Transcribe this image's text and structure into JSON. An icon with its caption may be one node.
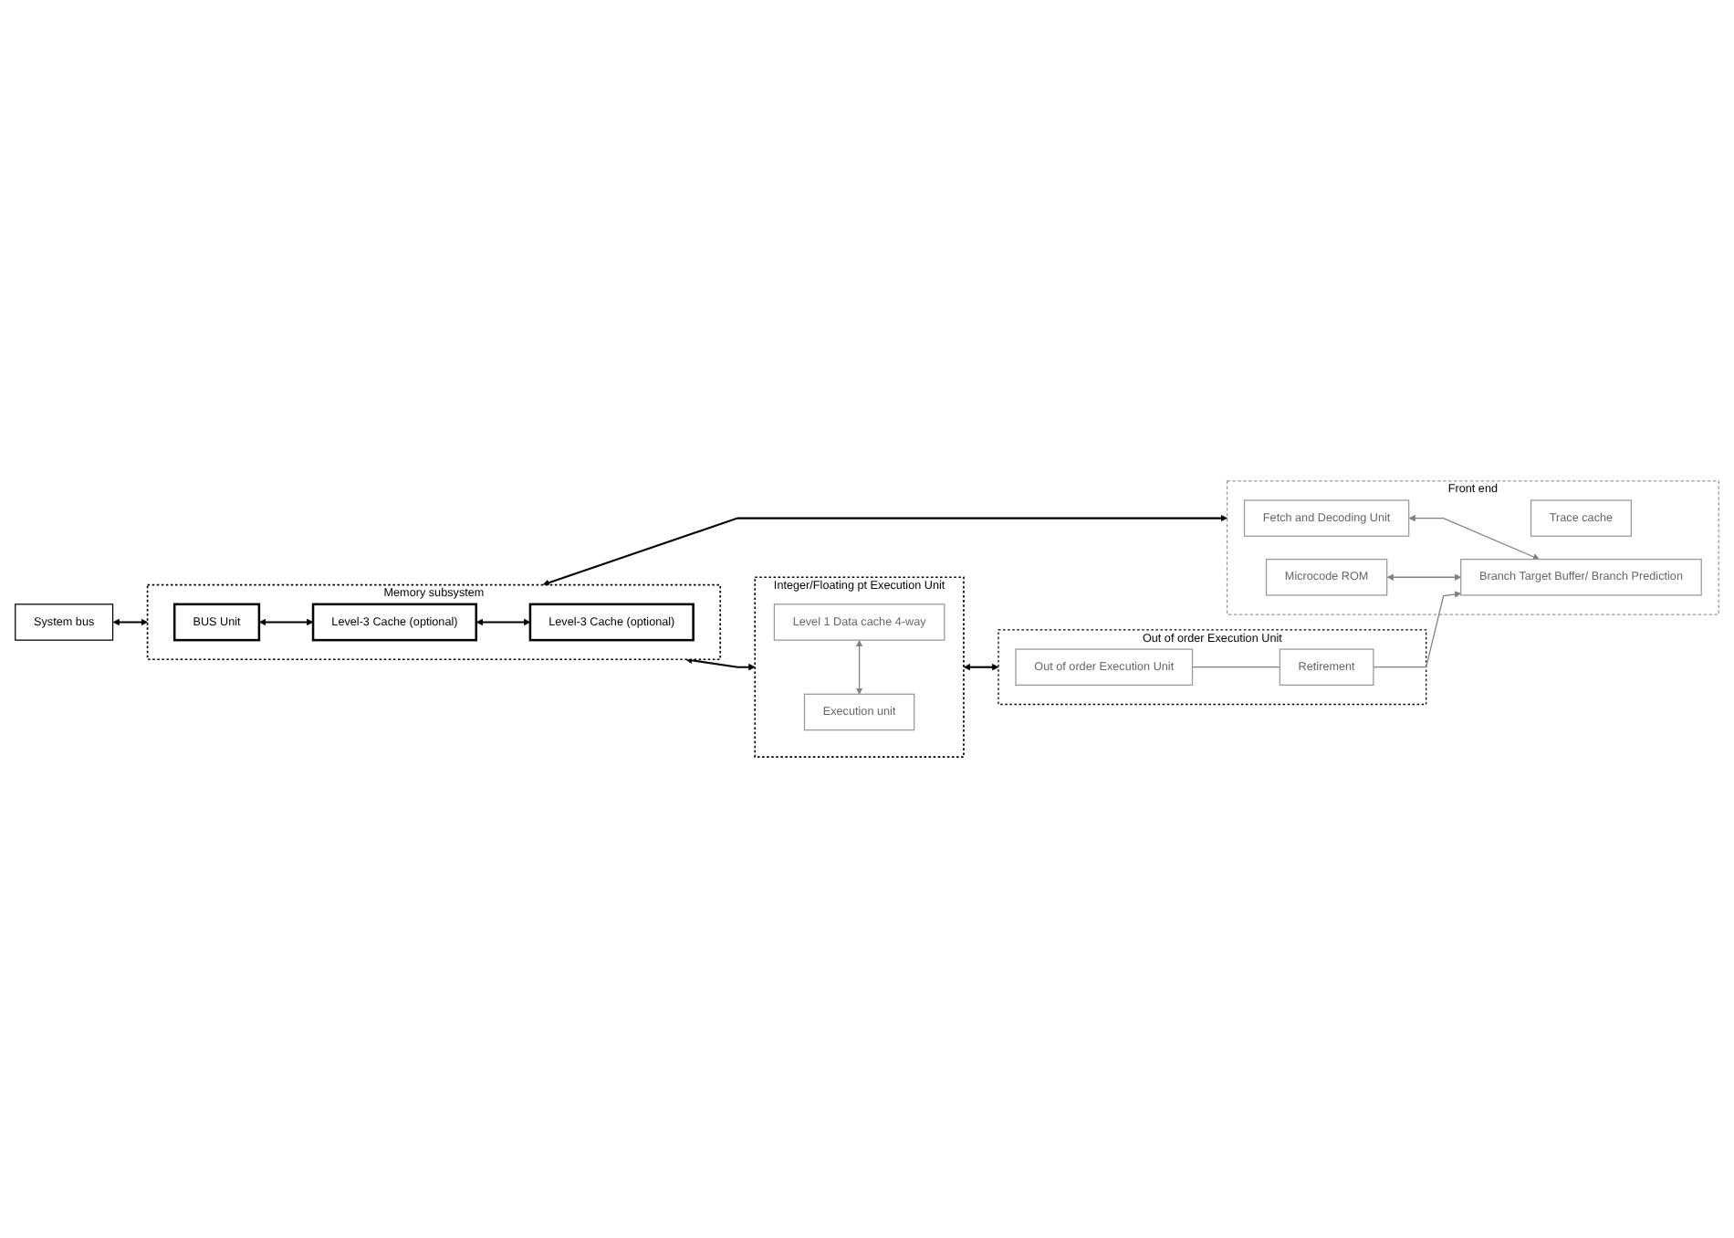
{
  "diagram": {
    "nodes": [
      {
        "text": [
          "System bus"
        ]
      },
      {
        "text": [
          "Memory subsystem"
        ]
      },
      {
        "text": [
          "BUS Unit"
        ],
        "in": 1
      },
      {
        "text": [
          "Level-3 Cache (optional)"
        ],
        "in": 1
      },
      {
        "text": [
          "Level-3 Cache (optional)"
        ],
        "in": 1
      },
      {
        "text": [
          "Front end"
        ]
      },
      {
        "text": [
          "Fetch and Decoding Unit"
        ],
        "in": 5
      },
      {
        "text": [
          "Trace cache"
        ],
        "in": 5
      },
      {
        "text": [
          "Microcode ROM"
        ],
        "in": 5
      },
      {
        "text": [
          "Branch Target Buffer/ Branch Prediction"
        ],
        "in": 5
      },
      {
        "text": [
          "Integer/Floating pt Execution Unit"
        ]
      },
      {
        "text": [
          "Level 1 Data cache 4-way"
        ],
        "in": 10
      },
      {
        "text": [
          "Execution unit"
        ],
        "in": 10
      },
      {
        "text": [
          "Out of order Execution Unit"
        ]
      },
      {
        "text": [
          "Out of order Execution Unit"
        ],
        "in": 13
      },
      {
        "text": [
          "Retirement"
        ],
        "in": 13
      }
    ],
    "edges": [
      {
        "from": 0,
        "to": 1,
        "arrow": "both"
      },
      {
        "from": 2,
        "to": 3,
        "arrow": "both"
      },
      {
        "from": 3,
        "to": 4,
        "arrow": "both"
      },
      {
        "from": 1,
        "to": 5,
        "arrow": "both"
      },
      {
        "from": 1,
        "to": 10,
        "arrow": "both"
      },
      {
        "from": 6,
        "to": 9,
        "arrow": "both",
        "color": "#808080"
      },
      {
        "from": 8,
        "to": 9,
        "arrow": "both",
        "color": "#808080"
      },
      {
        "from": 11,
        "to": 12,
        "arrow": "both",
        "color": "#808080"
      },
      {
        "from": 10,
        "to": 13,
        "arrow": "both"
      },
      {
        "from": 14,
        "to": 15,
        "arrow": "none",
        "color": "#808080"
      },
      {
        "from": 15,
        "to": 9,
        "arrow": "to",
        "color": "#808080"
      }
    ]
  }
}
